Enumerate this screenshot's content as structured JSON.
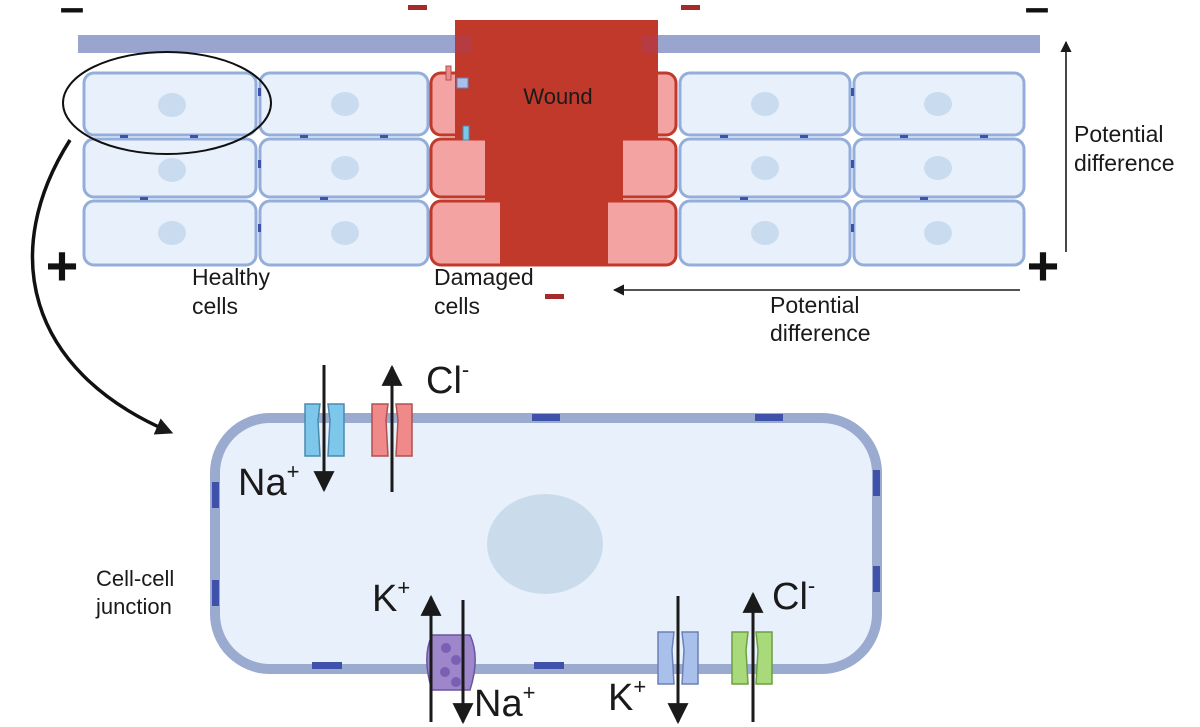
{
  "signs": {
    "minus": "–",
    "plus": "+"
  },
  "labels": {
    "wound": "Wound",
    "healthy_l1": "Healthy",
    "healthy_l2": "cells",
    "damaged_l1": "Damaged",
    "damaged_l2": "cells",
    "pd_right_l1": "Potential",
    "pd_right_l2": "difference",
    "pd_bottom_l1": "Potential",
    "pd_bottom_l2": "difference",
    "junction_l1": "Cell-cell",
    "junction_l2": "junction"
  },
  "ions": {
    "cl": "Cl",
    "cl_charge": "-",
    "na": "Na",
    "na_charge": "+",
    "k": "K",
    "k_charge": "+"
  },
  "colors": {
    "cell_fill": "#e8f1fb",
    "cell_stroke": "#94aedb",
    "nucleus": "#c9dcef",
    "membrane": "#9aabcf",
    "wound": "#c0392b",
    "damaged_fill": "#f4a3a3",
    "junction": "#3f51a8",
    "channel_blue": "#7cc7ea",
    "channel_red": "#f08a8a",
    "channel_purple": "#9d86c9",
    "channel_lightblue": "#a9c1ea",
    "channel_green": "#a8d97a"
  }
}
